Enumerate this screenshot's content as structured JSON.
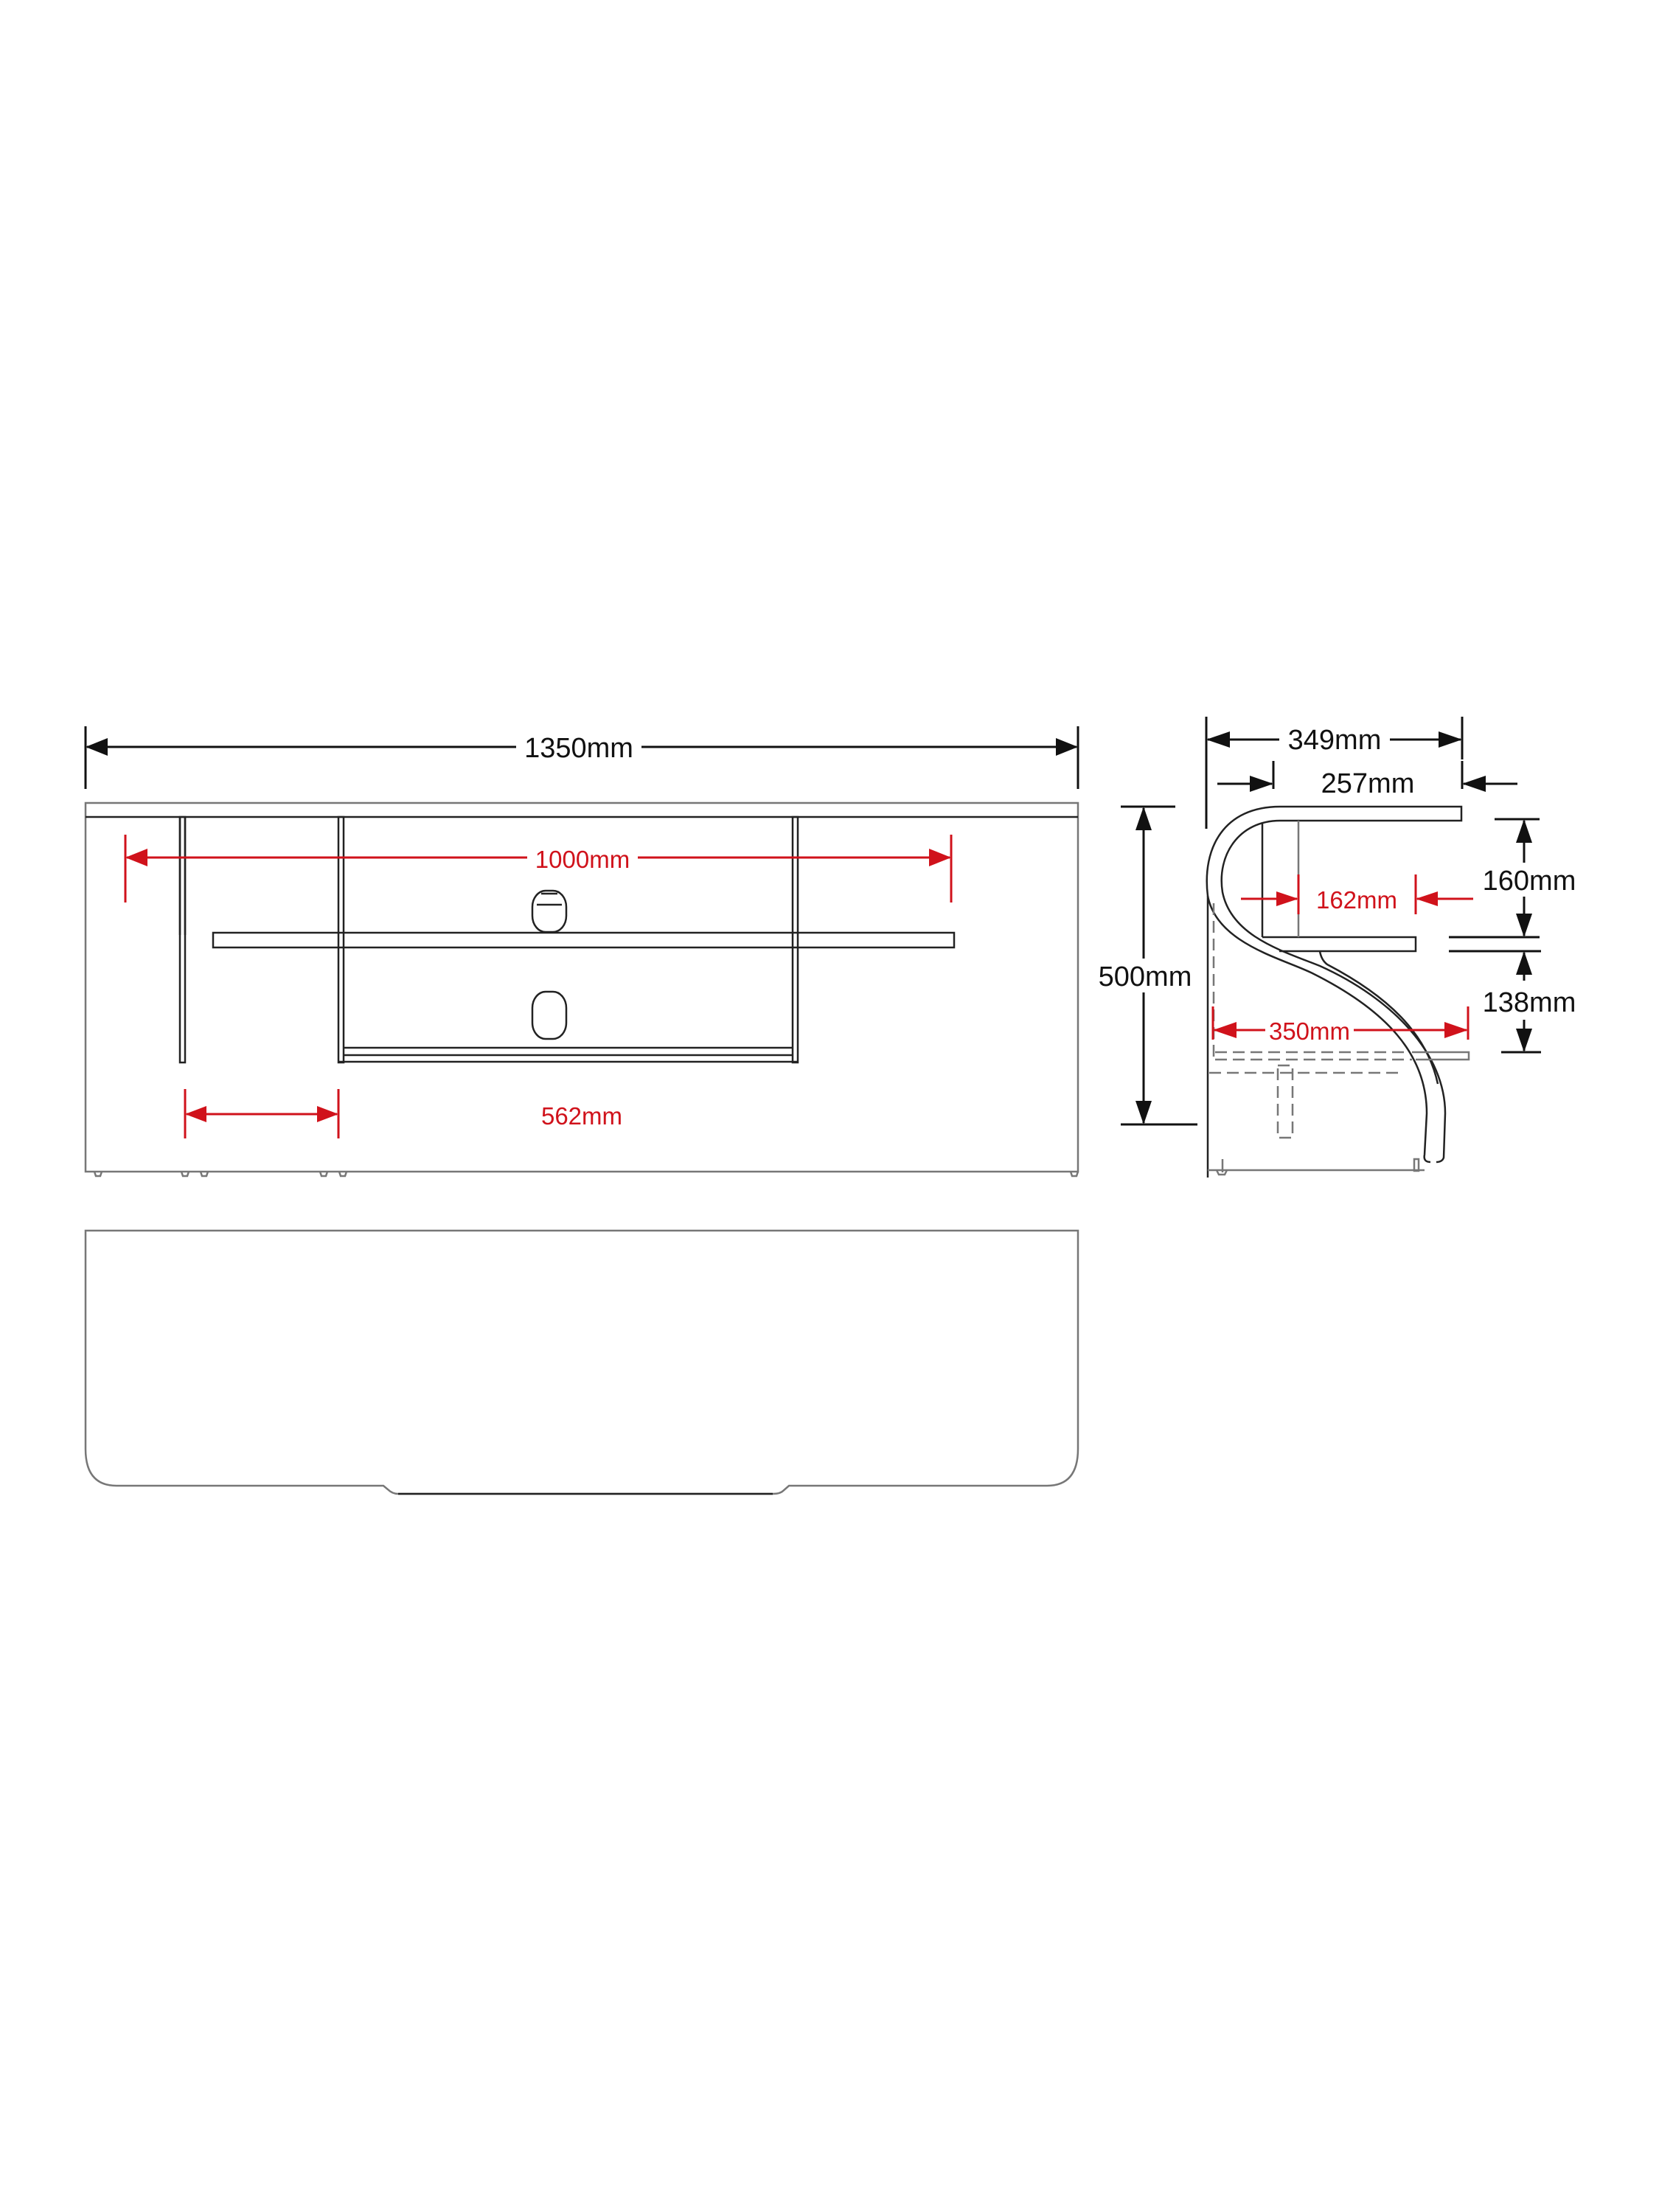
{
  "drawing": {
    "title": "TV stand dimension drawing",
    "views": [
      "front-view",
      "side-view",
      "top-view"
    ],
    "colors": {
      "outline": "#222222",
      "dimension_black": "#111111",
      "dimension_red": "#d0121b",
      "background": "#ffffff"
    }
  },
  "front_view": {
    "overall_width_label": "1350mm",
    "shelf_width_label": "1000mm",
    "inner_frame_width_label": "562mm"
  },
  "side_view": {
    "overall_depth_label": "349mm",
    "top_shelf_depth_label": "257mm",
    "overall_height_label": "500mm",
    "middle_shelf_depth_label": "162mm",
    "upper_gap_label": "160mm",
    "lower_gap_label": "138mm",
    "bottom_shelf_depth_label": "350mm"
  },
  "top_view": {}
}
